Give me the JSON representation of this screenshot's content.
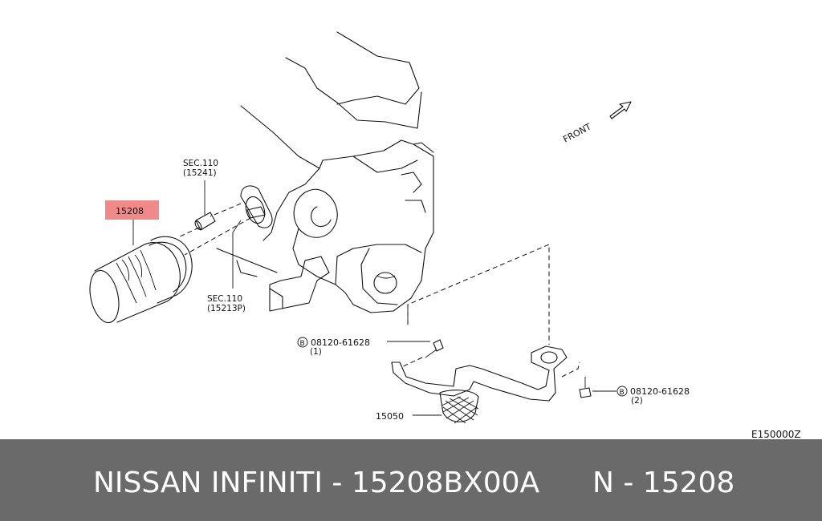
{
  "diagram": {
    "front_label": "FRONT",
    "part_main": "15208",
    "sec_upper": {
      "line1": "SEC.110",
      "line2": "(15241)"
    },
    "sec_lower": {
      "line1": "SEC.110",
      "line2": "(15213P)"
    },
    "bolt_top": {
      "symbol": "B",
      "code": "08120-61628",
      "qty": "(1)"
    },
    "bolt_right": {
      "symbol": "B",
      "code": "08120-61628",
      "qty": "(2)"
    },
    "part_strainer": "15050",
    "figure_code": "E150000Z",
    "highlight_color": "#f08a8a"
  },
  "footer": {
    "left_text": "NISSAN  INFINITI - 15208BX00A",
    "right_text": "N - 15208",
    "background": "#6a6a6a"
  }
}
